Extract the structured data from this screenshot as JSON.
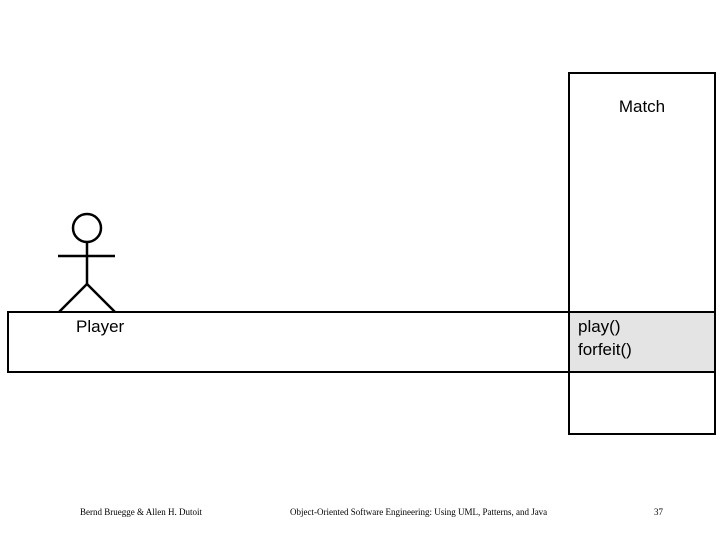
{
  "diagram": {
    "match_class": {
      "name": "Match",
      "operations": [
        "play()",
        "forfeit()"
      ]
    },
    "player_actor": {
      "name": "Player"
    }
  },
  "footer": {
    "authors": "Bernd Bruegge & Allen H. Dutoit",
    "book_title": "Object-Oriented Software Engineering: Using UML, Patterns, and Java",
    "page_number": "37"
  }
}
